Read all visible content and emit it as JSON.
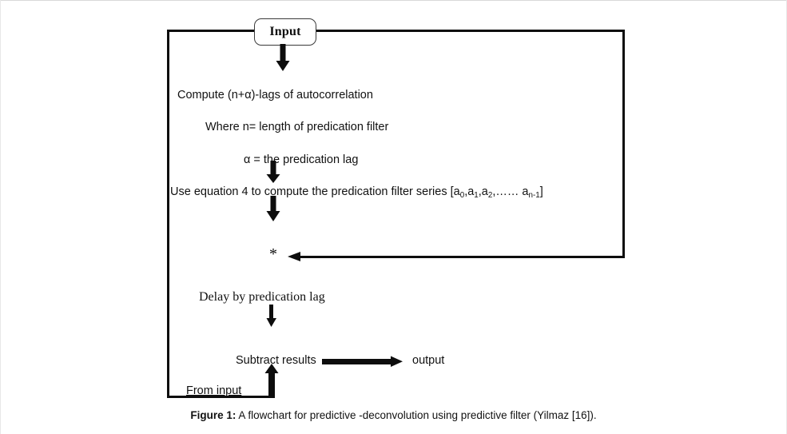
{
  "figure": {
    "caption_label": "Figure 1:",
    "caption_text": " A flowchart for predictive -deconvolution using predictive filter (Yilmaz [16])."
  },
  "flowchart": {
    "input_box": {
      "label": "Input"
    },
    "steps": [
      {
        "id": "compute-lags",
        "text": "Compute (n+α)-lags of autocorrelation"
      },
      {
        "id": "where-n",
        "text": "Where n= length of predication filter"
      },
      {
        "id": "alpha-lag",
        "text": "α = the predication lag"
      },
      {
        "id": "use-equation",
        "text_prefix": "Use equation 4 to compute the predication filter series [a",
        "sub0": "0",
        "mid1": ",a",
        "sub1": "1",
        "mid2": ",a",
        "sub2": "2",
        "mid3": ",…… a",
        "sub3": "n-1",
        "text_suffix": "]"
      },
      {
        "id": "convolve-mark",
        "text": "*"
      },
      {
        "id": "delay",
        "text": "Delay by predication lag"
      },
      {
        "id": "subtract",
        "text": "Subtract results"
      },
      {
        "id": "output",
        "text": "output"
      },
      {
        "id": "from-input",
        "text": "From input"
      }
    ],
    "colors": {
      "line": "#0d0d0d",
      "text": "#111111",
      "background": "#ffffff",
      "box_border": "#3a3a3a",
      "page_rule": "#d9d9d9"
    }
  }
}
